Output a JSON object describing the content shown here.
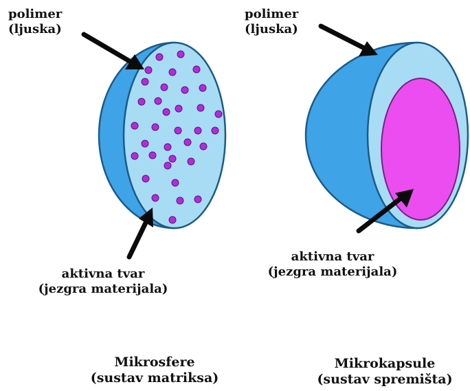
{
  "left_figure": {
    "shell_label_line1": "polimer",
    "shell_label_line2": "(ljuska)",
    "core_label_line1": "aktivna tvar",
    "core_label_line2": "(jezgra materijala)",
    "caption_line1": "Mikrosfere",
    "caption_line2": "(sustav matriksa)"
  },
  "right_figure": {
    "shell_label_line1": "polimer",
    "shell_label_line2": "(ljuska)",
    "core_label_line1": "aktivna tvar",
    "core_label_line2": "(jezgra materijala)",
    "caption_line1": "Mikrokapsule",
    "caption_line2": "(sustav spremišta)"
  },
  "colors": {
    "shell_outer": "#3fa3e8",
    "shell_edge": "#1b5b86",
    "cut_face": "#a8dcf5",
    "particle": "#b42bdc",
    "core": "#ec4df0",
    "arrow": "#0b0b0b",
    "text": "#111111"
  }
}
